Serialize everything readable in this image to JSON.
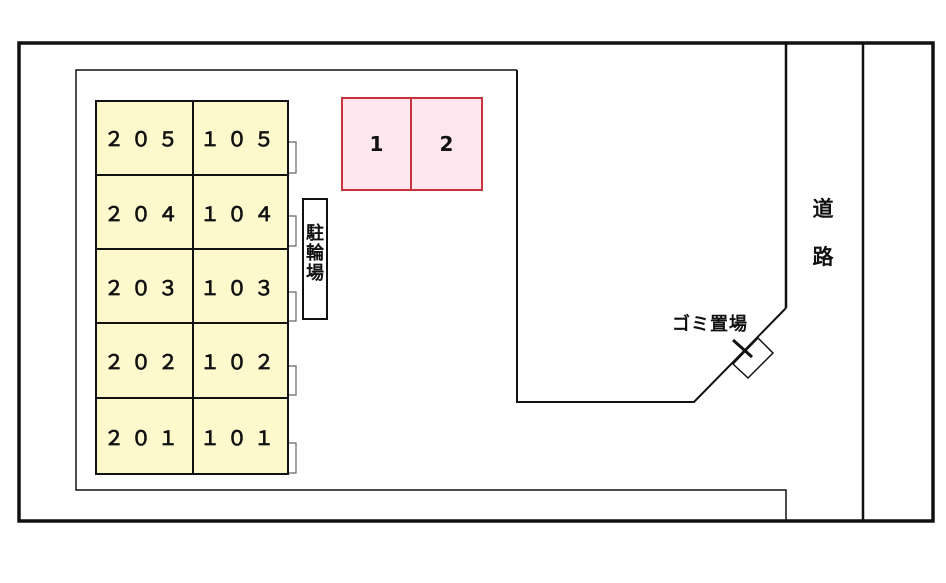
{
  "diagram": {
    "type": "site-layout-map",
    "colors": {
      "unit_fill": "#fef9cc",
      "parking_fill": "#fde6ee",
      "parking_border": "#c8323c",
      "line": "#111111",
      "background": "#ffffff"
    },
    "units": [
      {
        "label": "２０５",
        "col": 0,
        "row": 0
      },
      {
        "label": "１０５",
        "col": 1,
        "row": 0
      },
      {
        "label": "２０４",
        "col": 0,
        "row": 1
      },
      {
        "label": "１０４",
        "col": 1,
        "row": 1
      },
      {
        "label": "２０３",
        "col": 0,
        "row": 2
      },
      {
        "label": "１０３",
        "col": 1,
        "row": 2
      },
      {
        "label": "２０２",
        "col": 0,
        "row": 3
      },
      {
        "label": "１０２",
        "col": 1,
        "row": 3
      },
      {
        "label": "２０１",
        "col": 0,
        "row": 4
      },
      {
        "label": "１０１",
        "col": 1,
        "row": 4
      }
    ],
    "parking": [
      {
        "label": "1"
      },
      {
        "label": "2"
      }
    ],
    "bicycle_parking": {
      "chars": [
        "駐",
        "輪",
        "場"
      ]
    },
    "road": {
      "chars": [
        "道",
        "路"
      ]
    },
    "garbage": {
      "label": "ゴミ置場"
    }
  }
}
